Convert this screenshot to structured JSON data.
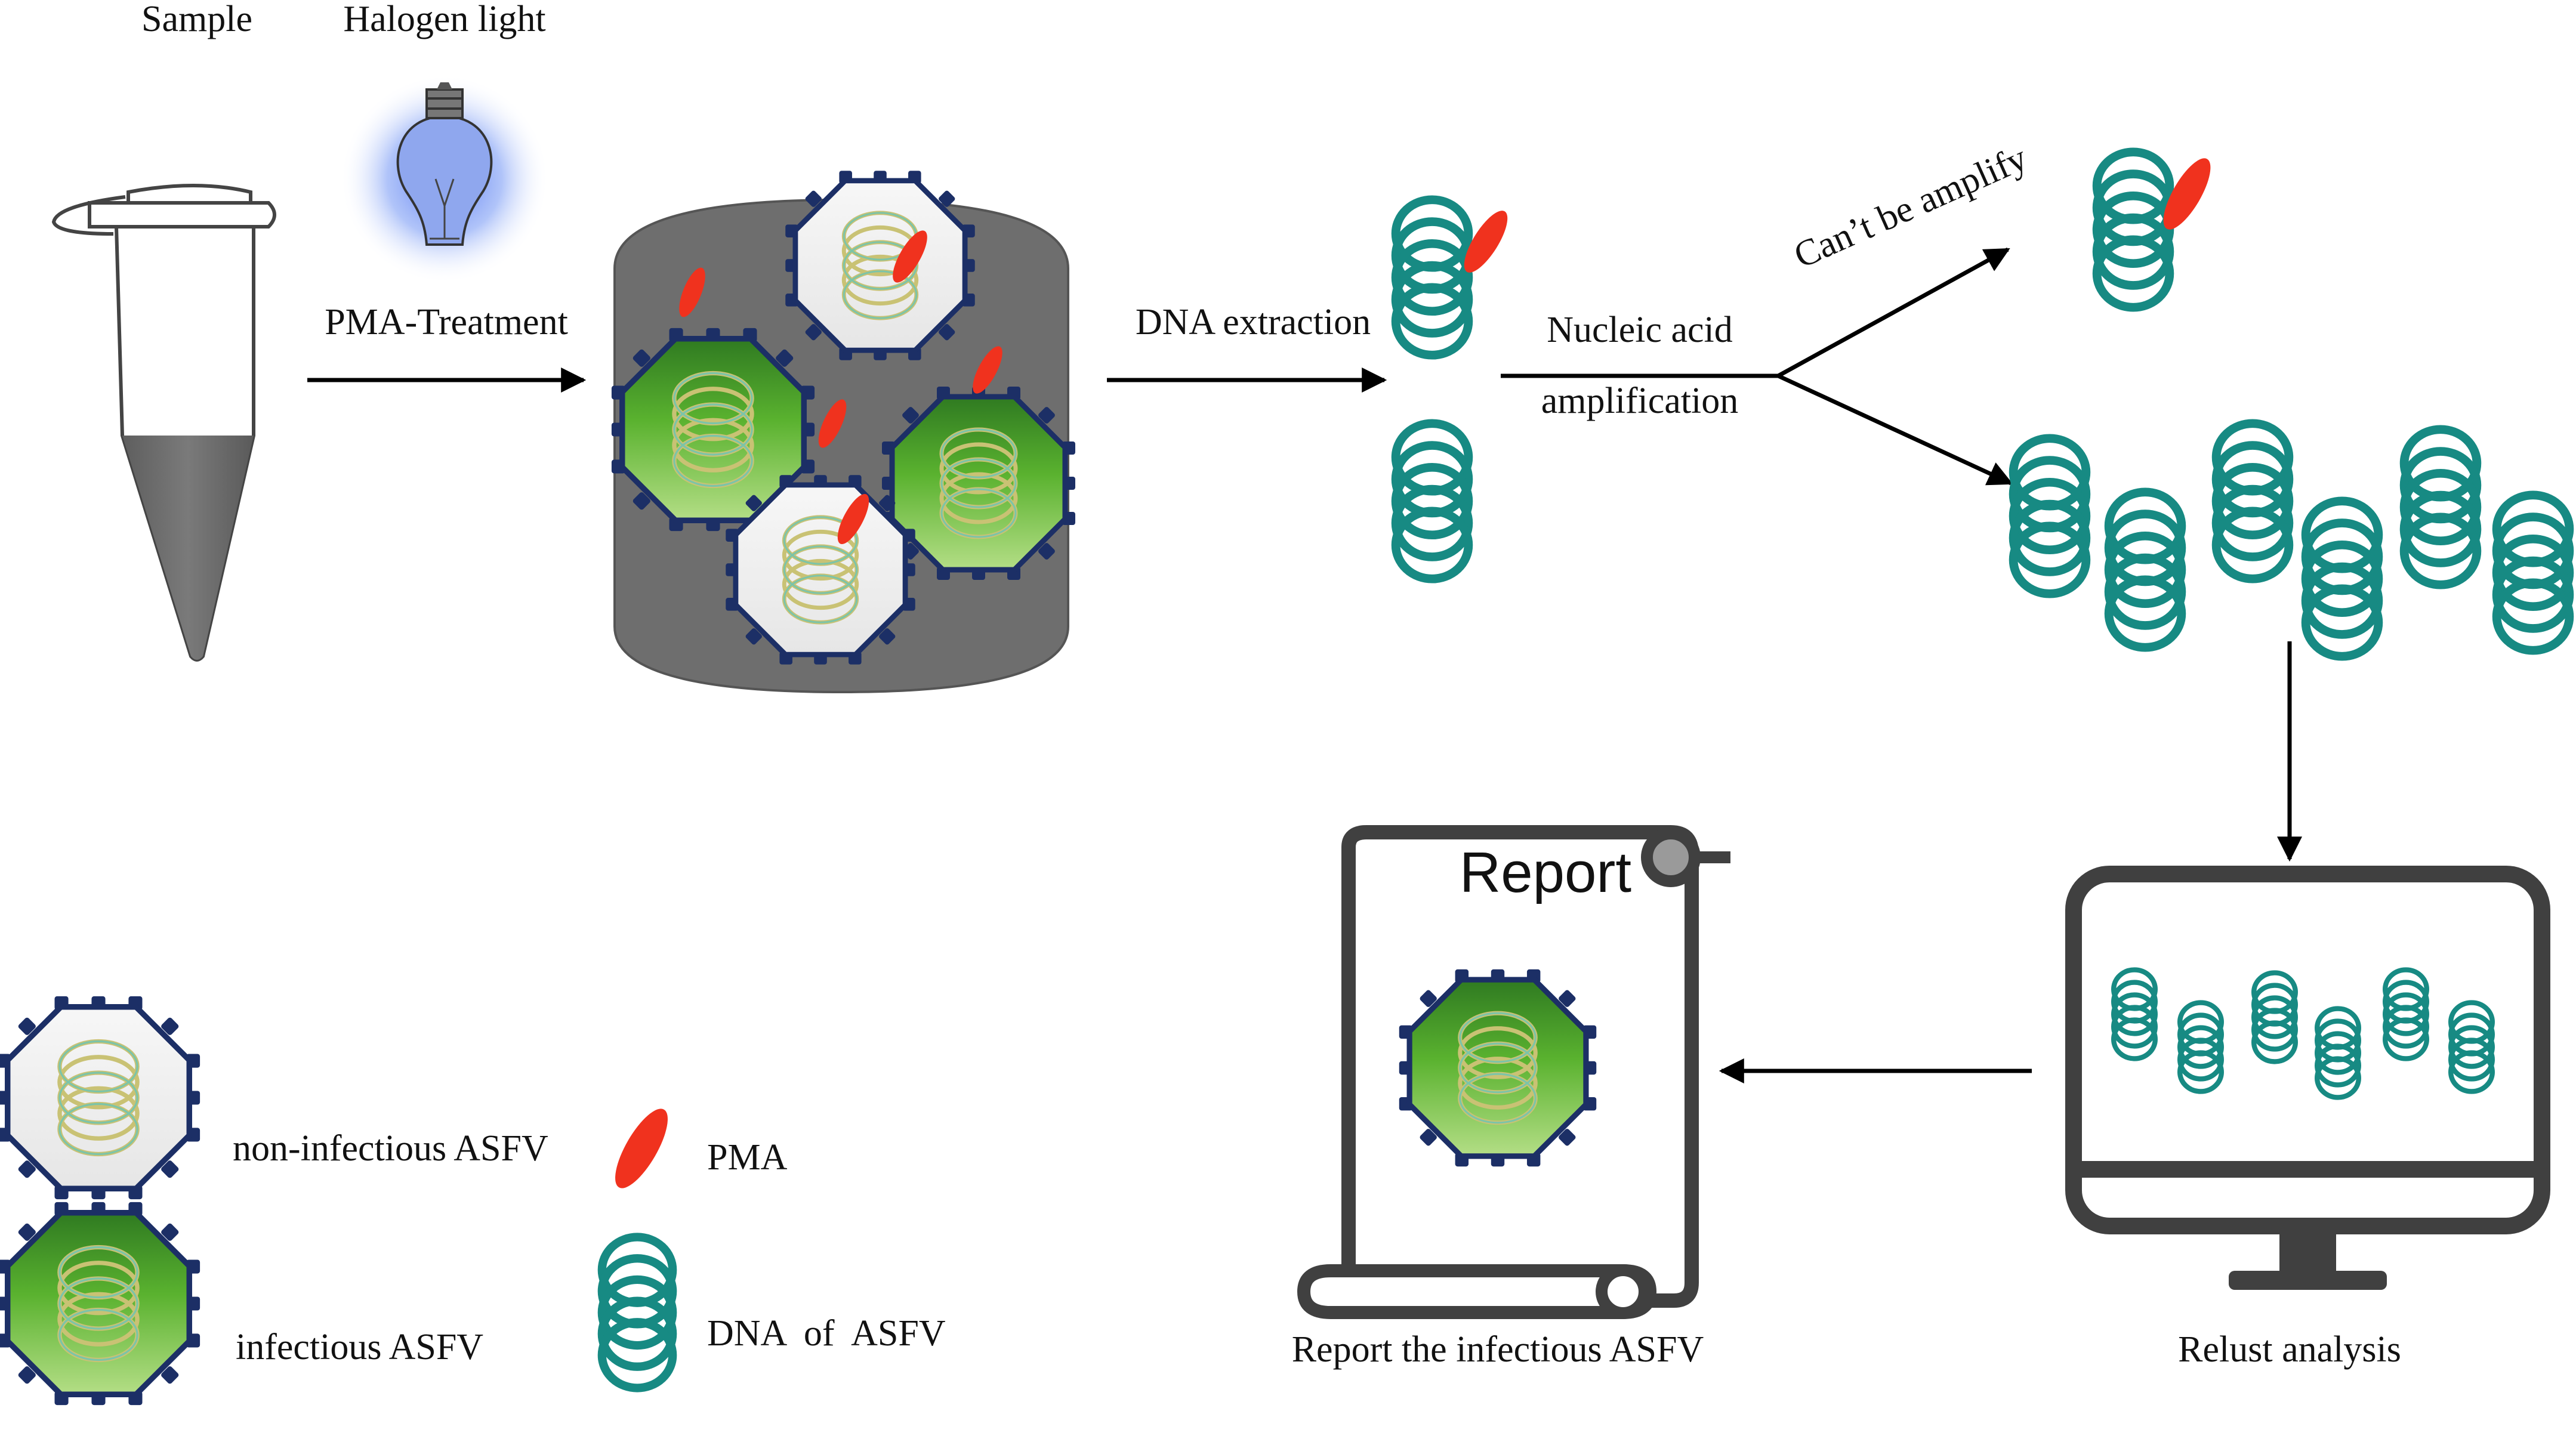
{
  "labels": {
    "sample": "Sample",
    "halogen_light": "Halogen light",
    "pma_treatment": "PMA-Treatment",
    "dna_extraction": "DNA extraction",
    "nucleic_acid": "Nucleic acid",
    "amplification": "amplification",
    "cant_amplify": "Can’t be amplify",
    "report_title": "Report",
    "report_caption": "Report the infectious ASFV",
    "result_analysis": "Relust analysis"
  },
  "legend": {
    "non_infectious": "non-infectious ASFV",
    "infectious": "infectious ASFV",
    "pma": "PMA",
    "dna": "DNA  of  ASFV"
  },
  "colors": {
    "dna_teal": "#178a83",
    "pma_red": "#f0321e",
    "virus_green": "#4ea52e",
    "capsid_navy": "#1c2f66",
    "monitor_gray": "#404040",
    "cylinder_gray": "#6e6e6e",
    "bulb_glow": "#5b84ee"
  },
  "icons": [
    "tube-icon",
    "bulb-icon",
    "virus-icon",
    "dna-icon",
    "pma-icon",
    "monitor-icon",
    "scroll-icon"
  ]
}
